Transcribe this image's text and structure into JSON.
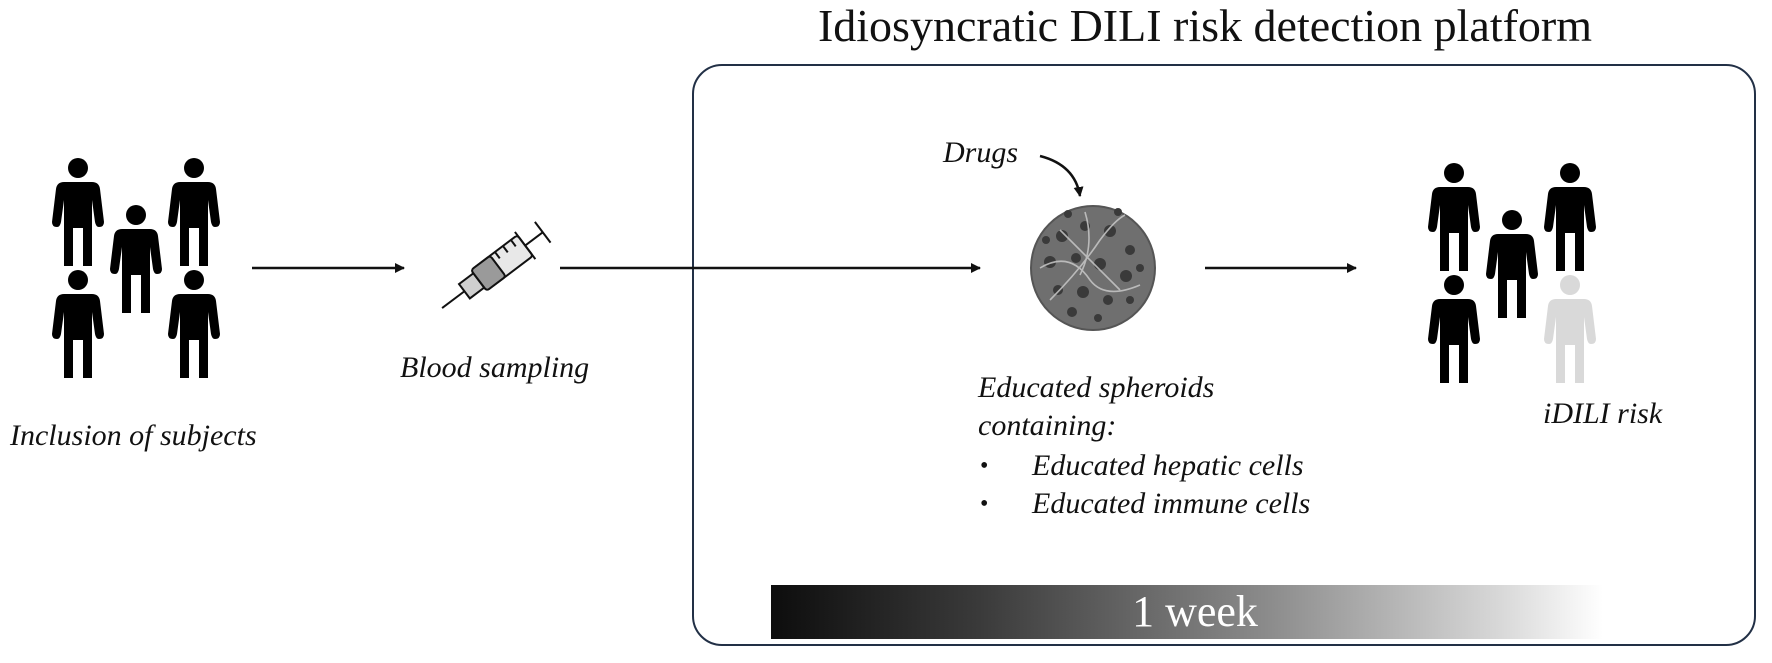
{
  "title": "Idiosyncratic DILI risk detection platform",
  "labels": {
    "inclusion": "Inclusion of subjects",
    "blood_sampling": "Blood sampling",
    "drugs": "Drugs",
    "spheroids_title": "Educated spheroids",
    "spheroids_containing": "containing:",
    "risk": "iDILI risk"
  },
  "bullets": [
    "Educated hepatic cells",
    "Educated immune cells"
  ],
  "timeline": {
    "label": "1 week"
  },
  "colors": {
    "person": "#000000",
    "person_faded": "#d9d9d9",
    "box_border": "#223046",
    "spheroid": "#6f6f6f"
  },
  "icons": {
    "people": "person-group-icon",
    "syringe": "syringe-icon",
    "spheroid": "spheroid-icon"
  }
}
